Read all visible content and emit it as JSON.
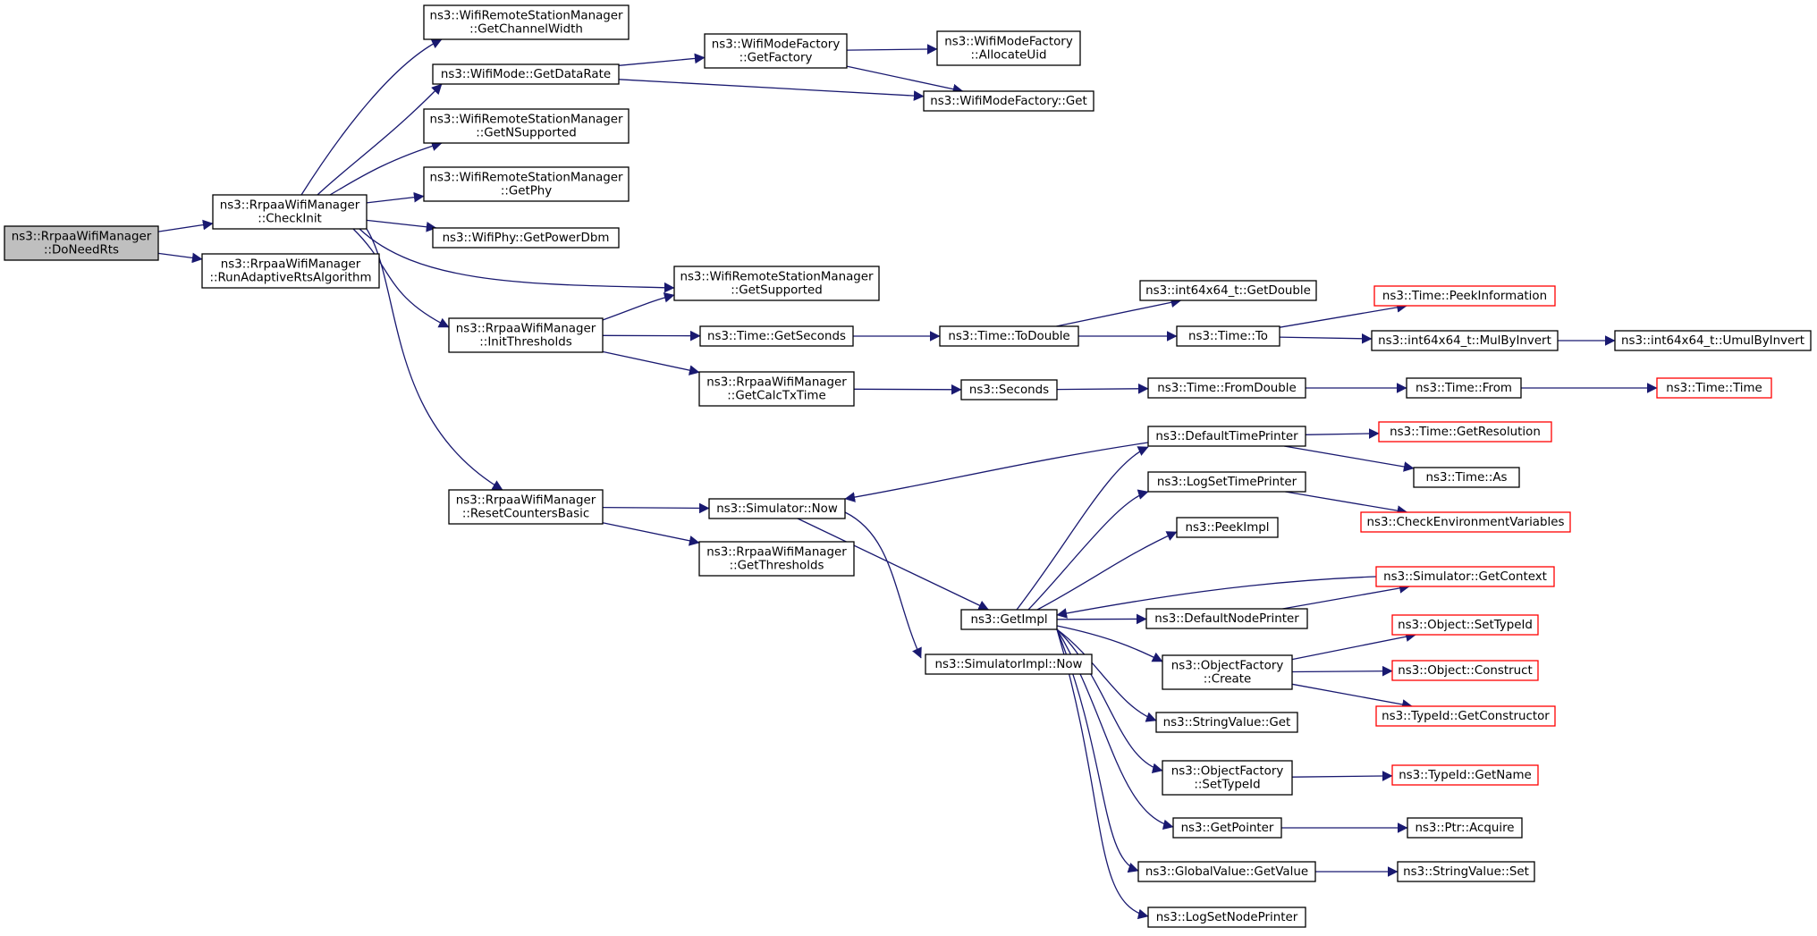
{
  "colors": {
    "edge": "#191970",
    "node_border": "#000000",
    "missing_border": "#ff0000",
    "root_fill": "#bfbfbf",
    "background": "#ffffff"
  },
  "nodes": [
    {
      "id": "donnedrts",
      "lines": [
        "ns3::RrpaaWifiManager",
        "::DoNeedRts"
      ],
      "style": "root"
    },
    {
      "id": "checkinit",
      "lines": [
        "ns3::RrpaaWifiManager",
        "::CheckInit"
      ]
    },
    {
      "id": "runadaptive",
      "lines": [
        "ns3::RrpaaWifiManager",
        "::RunAdaptiveRtsAlgorithm"
      ]
    },
    {
      "id": "getchannelwidth",
      "lines": [
        "ns3::WifiRemoteStationManager",
        "::GetChannelWidth"
      ]
    },
    {
      "id": "getdatarate",
      "lines": [
        "ns3::WifiMode::GetDataRate"
      ]
    },
    {
      "id": "getnsupported",
      "lines": [
        "ns3::WifiRemoteStationManager",
        "::GetNSupported"
      ]
    },
    {
      "id": "getphy",
      "lines": [
        "ns3::WifiRemoteStationManager",
        "::GetPhy"
      ]
    },
    {
      "id": "getpowerdbm",
      "lines": [
        "ns3::WifiPhy::GetPowerDbm"
      ]
    },
    {
      "id": "getsupported",
      "lines": [
        "ns3::WifiRemoteStationManager",
        "::GetSupported"
      ]
    },
    {
      "id": "initthresholds",
      "lines": [
        "ns3::RrpaaWifiManager",
        "::InitThresholds"
      ]
    },
    {
      "id": "resetcounters",
      "lines": [
        "ns3::RrpaaWifiManager",
        "::ResetCountersBasic"
      ]
    },
    {
      "id": "getfactory",
      "lines": [
        "ns3::WifiModeFactory",
        "::GetFactory"
      ]
    },
    {
      "id": "allocateuid",
      "lines": [
        "ns3::WifiModeFactory",
        "::AllocateUid"
      ]
    },
    {
      "id": "wmfget",
      "lines": [
        "ns3::WifiModeFactory::Get"
      ]
    },
    {
      "id": "getseconds",
      "lines": [
        "ns3::Time::GetSeconds"
      ]
    },
    {
      "id": "getcalctxtime",
      "lines": [
        "ns3::RrpaaWifiManager",
        "::GetCalcTxTime"
      ]
    },
    {
      "id": "todouble",
      "lines": [
        "ns3::Time::ToDouble"
      ]
    },
    {
      "id": "getdouble",
      "lines": [
        "ns3::int64x64_t::GetDouble"
      ]
    },
    {
      "id": "timeto",
      "lines": [
        "ns3::Time::To"
      ]
    },
    {
      "id": "peekinfo",
      "lines": [
        "ns3::Time::PeekInformation"
      ],
      "style": "missing"
    },
    {
      "id": "mulbyinvert",
      "lines": [
        "ns3::int64x64_t::MulByInvert"
      ]
    },
    {
      "id": "umulbyinvert",
      "lines": [
        "ns3::int64x64_t::UmulByInvert"
      ]
    },
    {
      "id": "seconds",
      "lines": [
        "ns3::Seconds"
      ]
    },
    {
      "id": "fromdouble",
      "lines": [
        "ns3::Time::FromDouble"
      ]
    },
    {
      "id": "timefrom",
      "lines": [
        "ns3::Time::From"
      ]
    },
    {
      "id": "timetime",
      "lines": [
        "ns3::Time::Time"
      ],
      "style": "missing"
    },
    {
      "id": "simnow",
      "lines": [
        "ns3::Simulator::Now"
      ]
    },
    {
      "id": "getthresholds",
      "lines": [
        "ns3::RrpaaWifiManager",
        "::GetThresholds"
      ]
    },
    {
      "id": "getimpl",
      "lines": [
        "ns3::GetImpl"
      ]
    },
    {
      "id": "simimplnow",
      "lines": [
        "ns3::SimulatorImpl::Now"
      ]
    },
    {
      "id": "defaulttimeprinter",
      "lines": [
        "ns3::DefaultTimePrinter"
      ]
    },
    {
      "id": "getresolution",
      "lines": [
        "ns3::Time::GetResolution"
      ],
      "style": "missing"
    },
    {
      "id": "timeas",
      "lines": [
        "ns3::Time::As"
      ]
    },
    {
      "id": "logsettimeprinter",
      "lines": [
        "ns3::LogSetTimePrinter"
      ]
    },
    {
      "id": "checkenv",
      "lines": [
        "ns3::CheckEnvironmentVariables"
      ],
      "style": "missing"
    },
    {
      "id": "peekimpl",
      "lines": [
        "ns3::PeekImpl"
      ]
    },
    {
      "id": "simgetcontext",
      "lines": [
        "ns3::Simulator::GetContext"
      ],
      "style": "missing"
    },
    {
      "id": "defaultnodeprinter",
      "lines": [
        "ns3::DefaultNodePrinter"
      ]
    },
    {
      "id": "ofcreate",
      "lines": [
        "ns3::ObjectFactory",
        "::Create"
      ]
    },
    {
      "id": "objsettypeid",
      "lines": [
        "ns3::Object::SetTypeId"
      ],
      "style": "missing"
    },
    {
      "id": "objconstruct",
      "lines": [
        "ns3::Object::Construct"
      ],
      "style": "missing"
    },
    {
      "id": "getconstructor",
      "lines": [
        "ns3::TypeId::GetConstructor"
      ],
      "style": "missing"
    },
    {
      "id": "stringvalueget",
      "lines": [
        "ns3::StringValue::Get"
      ]
    },
    {
      "id": "ofsettypeid",
      "lines": [
        "ns3::ObjectFactory",
        "::SetTypeId"
      ]
    },
    {
      "id": "typeidgetname",
      "lines": [
        "ns3::TypeId::GetName"
      ],
      "style": "missing"
    },
    {
      "id": "getpointer",
      "lines": [
        "ns3::GetPointer"
      ]
    },
    {
      "id": "ptracquire",
      "lines": [
        "ns3::Ptr::Acquire"
      ]
    },
    {
      "id": "gvgetvalue",
      "lines": [
        "ns3::GlobalValue::GetValue"
      ]
    },
    {
      "id": "stringvalueset",
      "lines": [
        "ns3::StringValue::Set"
      ]
    },
    {
      "id": "logsetnodeprinter",
      "lines": [
        "ns3::LogSetNodePrinter"
      ]
    }
  ],
  "edges": [
    [
      "donnedrts",
      "checkinit"
    ],
    [
      "donnedrts",
      "runadaptive"
    ],
    [
      "checkinit",
      "getchannelwidth"
    ],
    [
      "checkinit",
      "getdatarate"
    ],
    [
      "checkinit",
      "getnsupported"
    ],
    [
      "checkinit",
      "getphy"
    ],
    [
      "checkinit",
      "getpowerdbm"
    ],
    [
      "checkinit",
      "getsupported"
    ],
    [
      "checkinit",
      "initthresholds"
    ],
    [
      "checkinit",
      "resetcounters"
    ],
    [
      "getdatarate",
      "getfactory"
    ],
    [
      "getdatarate",
      "wmfget"
    ],
    [
      "getfactory",
      "allocateuid"
    ],
    [
      "getfactory",
      "wmfget"
    ],
    [
      "initthresholds",
      "getsupported"
    ],
    [
      "initthresholds",
      "getseconds"
    ],
    [
      "initthresholds",
      "getcalctxtime"
    ],
    [
      "getseconds",
      "todouble"
    ],
    [
      "todouble",
      "getdouble"
    ],
    [
      "todouble",
      "timeto"
    ],
    [
      "timeto",
      "peekinfo"
    ],
    [
      "timeto",
      "mulbyinvert"
    ],
    [
      "mulbyinvert",
      "umulbyinvert"
    ],
    [
      "getcalctxtime",
      "seconds"
    ],
    [
      "seconds",
      "fromdouble"
    ],
    [
      "fromdouble",
      "timefrom"
    ],
    [
      "timefrom",
      "timetime"
    ],
    [
      "resetcounters",
      "simnow"
    ],
    [
      "resetcounters",
      "getthresholds"
    ],
    [
      "simnow",
      "getimpl"
    ],
    [
      "simnow",
      "simimplnow"
    ],
    [
      "defaulttimeprinter",
      "simnow"
    ],
    [
      "defaulttimeprinter",
      "getresolution"
    ],
    [
      "defaulttimeprinter",
      "timeas"
    ],
    [
      "logsettimeprinter",
      "checkenv"
    ],
    [
      "getimpl",
      "defaulttimeprinter"
    ],
    [
      "getimpl",
      "logsettimeprinter"
    ],
    [
      "getimpl",
      "peekimpl"
    ],
    [
      "getimpl",
      "defaultnodeprinter"
    ],
    [
      "simgetcontext",
      "getimpl"
    ],
    [
      "defaultnodeprinter",
      "simgetcontext"
    ],
    [
      "getimpl",
      "ofcreate"
    ],
    [
      "ofcreate",
      "objsettypeid"
    ],
    [
      "ofcreate",
      "objconstruct"
    ],
    [
      "ofcreate",
      "getconstructor"
    ],
    [
      "getimpl",
      "stringvalueget"
    ],
    [
      "getimpl",
      "ofsettypeid"
    ],
    [
      "ofsettypeid",
      "typeidgetname"
    ],
    [
      "getimpl",
      "getpointer"
    ],
    [
      "getpointer",
      "ptracquire"
    ],
    [
      "getimpl",
      "gvgetvalue"
    ],
    [
      "gvgetvalue",
      "stringvalueset"
    ],
    [
      "getimpl",
      "logsetnodeprinter"
    ]
  ]
}
